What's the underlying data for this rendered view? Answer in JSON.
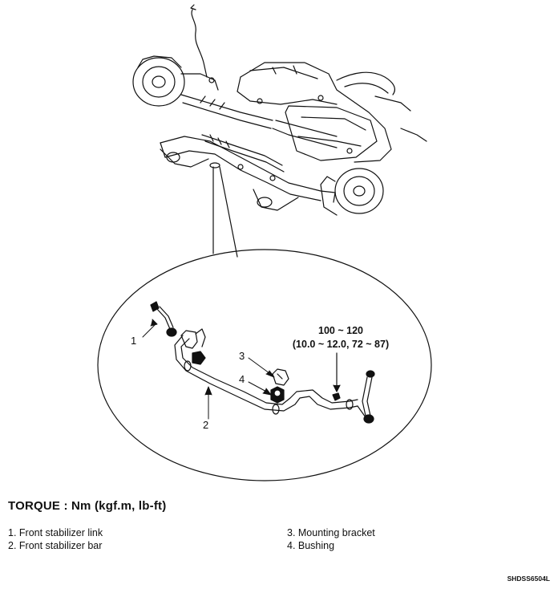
{
  "callouts": {
    "c1": "1",
    "c2": "2",
    "c3": "3",
    "c4": "4"
  },
  "torque_spec": {
    "line1": "100 ~ 120",
    "line2": "(10.0 ~ 12.0, 72 ~ 87)"
  },
  "torque_heading": "TORQUE : Nm (kgf.m, lb-ft)",
  "legend": {
    "left": [
      "1. Front stabilizer link",
      "2. Front stabilizer bar"
    ],
    "right": [
      "3. Mounting bracket",
      "4. Bushing"
    ]
  },
  "doc_code": "SHDSS6504L"
}
